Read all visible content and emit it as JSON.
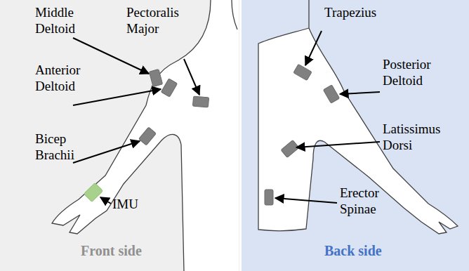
{
  "diagram": {
    "labels": [
      "Middle Deltoid",
      "Pectoralis Major",
      "Anterior Deltoid",
      "Bicep Brachii",
      "IMU",
      "Front side",
      "Trapezius",
      "Posterior Deltoid",
      "Latissimus Dorsi",
      "Erector Spinae",
      "Back side"
    ]
  }
}
